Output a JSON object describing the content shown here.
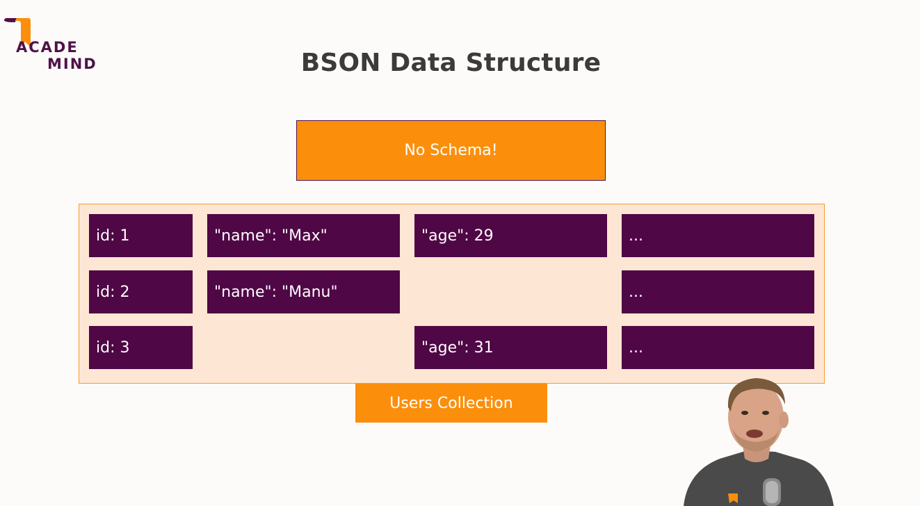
{
  "logo": {
    "line1": "ACADE",
    "line2": "MIND"
  },
  "title": "BSON Data Structure",
  "callout": "No Schema!",
  "collection": {
    "label": "Users Collection",
    "rows": [
      {
        "id": "id: 1",
        "name": "\"name\": \"Max\"",
        "age": "\"age\": 29",
        "more": "..."
      },
      {
        "id": "id: 2",
        "name": "\"name\": \"Manu\"",
        "more": "..."
      },
      {
        "id": "id: 3",
        "age": "\"age\": 31",
        "more": "..."
      }
    ]
  },
  "colors": {
    "accent_orange": "#fb8f0c",
    "document_purple": "#4f0745",
    "collection_bg": "#fde7d4",
    "collection_border": "#f59a2c"
  }
}
